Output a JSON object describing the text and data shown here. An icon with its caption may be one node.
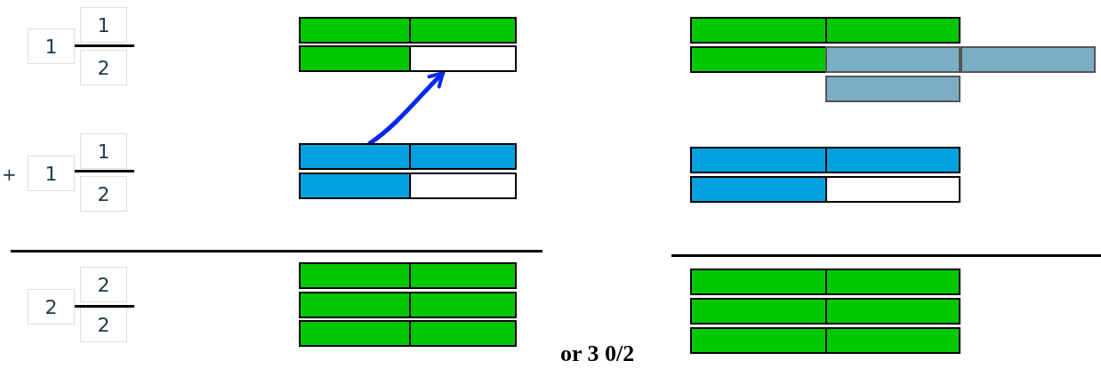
{
  "diagram": {
    "nodes": [
      {
        "text": [],
        "shape": "bar"
      },
      {
        "text": [],
        "shape": "bar"
      },
      {
        "text": [],
        "shape": "bar"
      },
      {
        "text": [],
        "shape": "bar"
      },
      {
        "text": [],
        "shape": "bar"
      },
      {
        "text": [],
        "shape": "bar"
      },
      {
        "text": [],
        "shape": "bar"
      },
      {
        "text": [],
        "shape": "bar"
      },
      {
        "text": [],
        "shape": "bar"
      },
      {
        "text": [],
        "shape": "bar"
      },
      {
        "text": [],
        "shape": "bar"
      },
      {
        "text": [],
        "shape": "bar"
      },
      {
        "text": [],
        "shape": "bar"
      },
      {
        "text": [],
        "shape": "bar"
      },
      {
        "text": [],
        "shape": "bar"
      },
      {
        "text": [],
        "shape": "bar"
      },
      {
        "text": [],
        "shape": "bar"
      }
    ],
    "edges": [
      {
        "from": 2,
        "to": 1,
        "arrow": "to"
      }
    ],
    "labels": [
      "1",
      "1",
      "2",
      "1",
      "+",
      "1",
      "2",
      "2",
      "2",
      "2",
      "or 3 0/2"
    ]
  }
}
